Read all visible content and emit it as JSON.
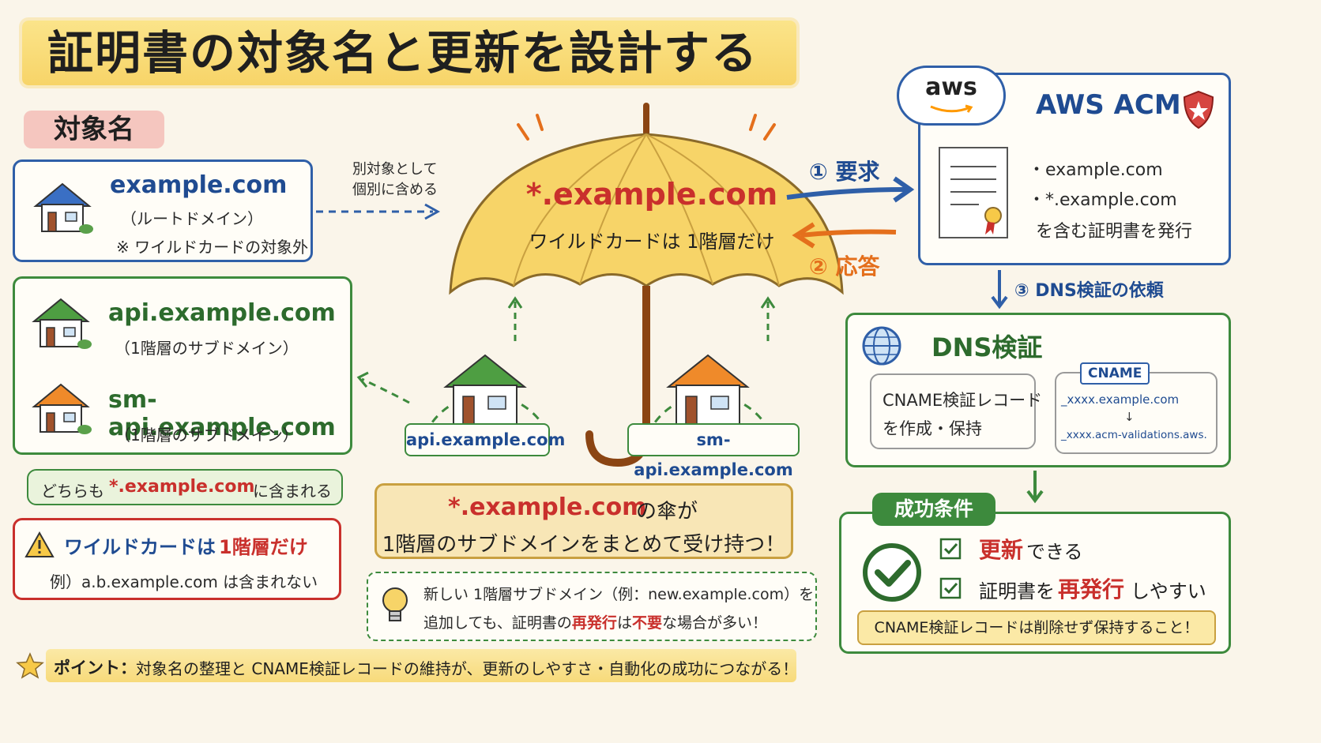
{
  "title": "証明書の対象名と更新を設計する",
  "section_label": "対象名",
  "root_domain": {
    "name": "example.com",
    "sub": "（ルートドメイン）",
    "note": "※ ワイルドカードの対象外"
  },
  "separate_note_1": "別対象として",
  "separate_note_2": "個別に含める",
  "subdomains": [
    {
      "name": "api.example.com",
      "sub": "（1階層のサブドメイン）"
    },
    {
      "name": "sm-api.example.com",
      "sub": "（1階層のサブドメイン）"
    }
  ],
  "both_included": {
    "prefix": "どちらも",
    "domain": "*.example.com",
    "suffix": "に含まれる"
  },
  "warning": {
    "line1_a": "ワイルドカードは",
    "line1_b": "1階層だけ",
    "line2": "例）a.b.example.com は含まれない"
  },
  "umbrella": {
    "domain": "*.example.com",
    "sub": "ワイルドカードは 1階層だけ",
    "house_label_1": "api.example.com",
    "house_label_2": "sm-api.example.com"
  },
  "umbrella_note": {
    "domain": "*.example.com",
    "line1_suffix": "の傘が",
    "line2": "1階層のサブドメインをまとめて受け持つ！"
  },
  "tip": {
    "line1": "新しい 1階層サブドメイン（例：new.example.com）を",
    "line2_a": "追加しても、証明書の",
    "line2_b": "再発行",
    "line2_c": "は",
    "line2_d": "不要",
    "line2_e": "な場合が多い！"
  },
  "flow": {
    "request": "① 要求",
    "response": "② 応答",
    "dns_request": "③ DNS検証の依頼"
  },
  "acm": {
    "logo_text": "aws",
    "title": "AWS ACM",
    "items": [
      "・example.com",
      "・*.example.com"
    ],
    "issue": "を含む証明書を発行"
  },
  "dns": {
    "title": "DNS検証",
    "left_line1": "CNAME検証レコード",
    "left_line2": "を作成・保持",
    "cname_tag": "CNAME",
    "record_from": "_xxxx.example.com",
    "arrow": "↓",
    "record_to": "_xxxx.acm-validations.aws."
  },
  "success": {
    "title": "成功条件",
    "item1_a": "更新",
    "item1_b": "できる",
    "item2_a": "証明書を",
    "item2_b": "再発行",
    "item2_c": "しやすい",
    "note": "CNAME検証レコードは削除せず保持すること！"
  },
  "point": {
    "label": "ポイント：",
    "text": "対象名の整理と CNAME検証レコードの維持が、更新のしやすさ・自動化の成功につながる！"
  },
  "colors": {
    "blue": "#2f5fa8",
    "green": "#3d8a3d",
    "red": "#c9302c",
    "orange": "#e46f1c",
    "umbrella": "#f7d468"
  }
}
